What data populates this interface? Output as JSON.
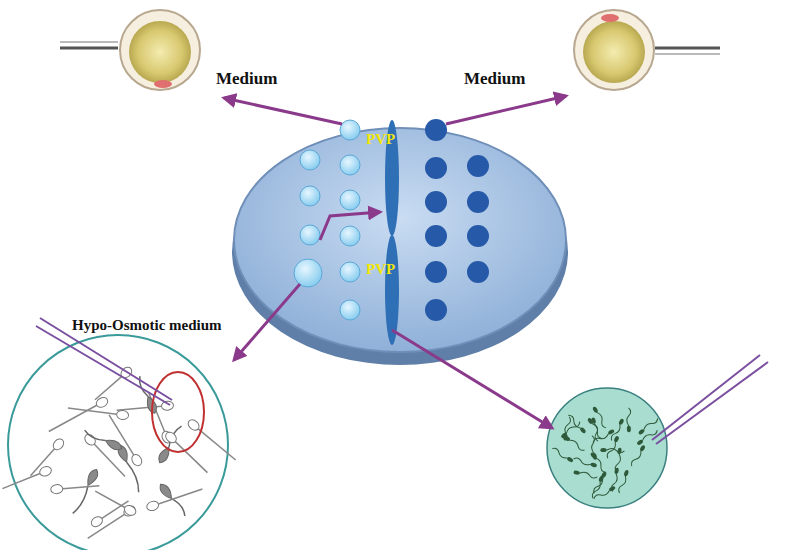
{
  "diagram": {
    "labels": [
      "Medium",
      "Medium",
      "PVP",
      "PVP",
      "Hypo-Osmotic medium"
    ]
  }
}
